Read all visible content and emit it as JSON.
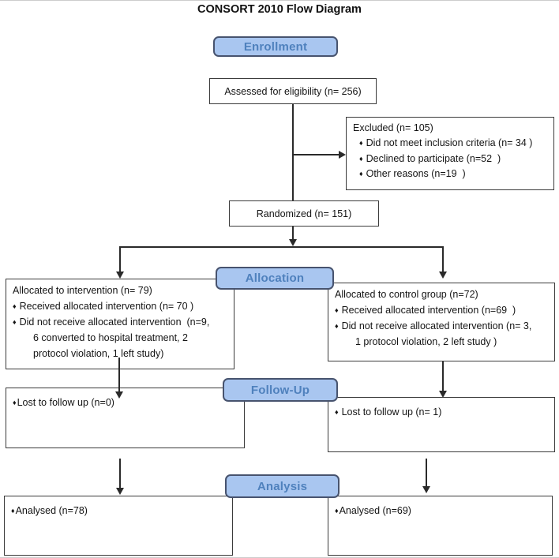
{
  "title": "CONSORT 2010 Flow Diagram",
  "icons": {
    "bullet": "♦"
  },
  "colors": {
    "stage_fill": "#a9c6f0",
    "stage_border": "#47536e",
    "stage_text": "#4f81bd",
    "box_border": "#3b3b3b",
    "line": "#2a2a2a"
  },
  "stages": {
    "enrollment": "Enrollment",
    "allocation": "Allocation",
    "followup": "Follow-Up",
    "analysis": "Analysis"
  },
  "boxes": {
    "assessed": {
      "text": "Assessed for eligibility (n= 256)"
    },
    "excluded": {
      "title": "Excluded (n= 105)",
      "items": [
        "Did not meet inclusion criteria (n= 34 )",
        "Declined to participate (n=52  )",
        "Other reasons (n=19  )"
      ]
    },
    "randomized": {
      "text": "Randomized (n= 151)"
    },
    "allocation_left": {
      "title": "Allocated to intervention (n= 79)",
      "bullet1": "Received allocated intervention (n= 70 )",
      "bullet2": "Did not receive allocated intervention  (n=9,",
      "cont1": "6 converted to hospital treatment, 2",
      "cont2": "protocol violation, 1 left study)"
    },
    "allocation_right": {
      "title": "Allocated to control group (n=72)",
      "bullet1": "Received allocated intervention (n=69  )",
      "bullet2": "Did not receive allocated intervention (n= 3,",
      "cont1": "1 protocol violation, 2 left study )"
    },
    "followup_left": {
      "bullet1": "Lost to follow up (n=0)"
    },
    "followup_right": {
      "bullet1": "Lost to follow up (n= 1)"
    },
    "analysis_left": {
      "bullet1": "Analysed (n=78)"
    },
    "analysis_right": {
      "bullet1": "Analysed (n=69)"
    }
  }
}
